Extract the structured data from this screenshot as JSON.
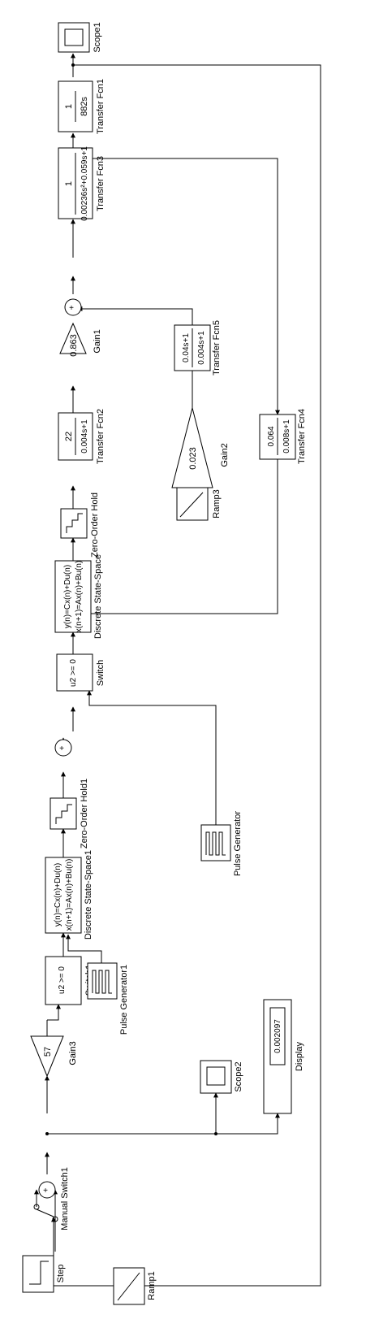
{
  "blocks": {
    "scope1": {
      "label": "Scope1"
    },
    "tf1": {
      "label": "Transfer Fcn1",
      "num": "1",
      "den": "882s"
    },
    "tf3": {
      "label": "Transfer Fcn3",
      "num": "1",
      "den": "0.00236s²+0.059s+1"
    },
    "sum_top": {
      "sign": "+"
    },
    "gain1": {
      "label": "Gain1",
      "value": "0.863"
    },
    "tf5": {
      "label": "Transfer Fcn5",
      "num": "0.04s+1",
      "den": "0.004s+1"
    },
    "tf2": {
      "label": "Transfer Fcn2",
      "num": "22",
      "den": "0.004s+1"
    },
    "gain2": {
      "label": "Gain2",
      "value": "0.023"
    },
    "tf4": {
      "label": "Transfer Fcn4",
      "num": "0.064",
      "den": "0.008s+1"
    },
    "zoh": {
      "label": "Zero-Order Hold"
    },
    "dss": {
      "label": "Discrete State-Space",
      "line1": "y(n)=Cx(n)+Du(n)",
      "line2": "x(n+1)=Ax(n)+Bu(n)"
    },
    "ramp3": {
      "label": "Ramp3"
    },
    "switch": {
      "label": "Switch",
      "cond": "u2 >= 0"
    },
    "pulse": {
      "label": "Pulse Generator"
    },
    "sum_mid": {
      "sign": "+"
    },
    "zoh1": {
      "label": "Zero-Order Hold1"
    },
    "dss1": {
      "label": "Discrete State-Space1",
      "line1": "y(n)=Cx(n)+Du(n)",
      "line2": "x(n+1)=Ax(n)+Bu(n)"
    },
    "switch1": {
      "label": "Switch1",
      "cond": "u2 >= 0"
    },
    "pulse1": {
      "label": "Pulse Generator1"
    },
    "gain3": {
      "label": "Gain3",
      "value": "57"
    },
    "scope2": {
      "label": "Scope2"
    },
    "display": {
      "label": "Display",
      "value": "0.002097"
    },
    "sum_bottom": {
      "sign": "+"
    },
    "manual_switch1": {
      "label": "Manual Switch1"
    },
    "step": {
      "label": "Step"
    },
    "ramp1": {
      "label": "Ramp1"
    }
  }
}
